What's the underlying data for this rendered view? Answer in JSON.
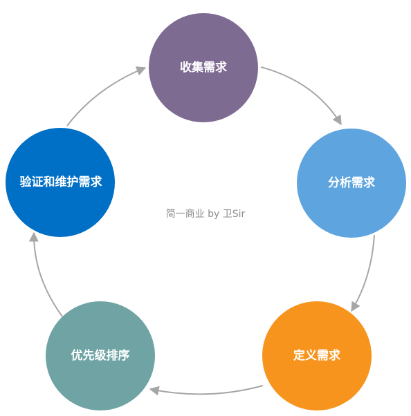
{
  "diagram": {
    "watermark": "简一商业 by 卫Sir",
    "connector_color": "#a6a6a6",
    "nodes": [
      {
        "label": "收集需求",
        "color": "#7e6b92"
      },
      {
        "label": "分析需求",
        "color": "#5ea5e0"
      },
      {
        "label": "定义需求",
        "color": "#f7941d"
      },
      {
        "label": "优先级排序",
        "color": "#6fa3a4"
      },
      {
        "label": "验证和维护需求",
        "color": "#0070c6"
      }
    ]
  }
}
